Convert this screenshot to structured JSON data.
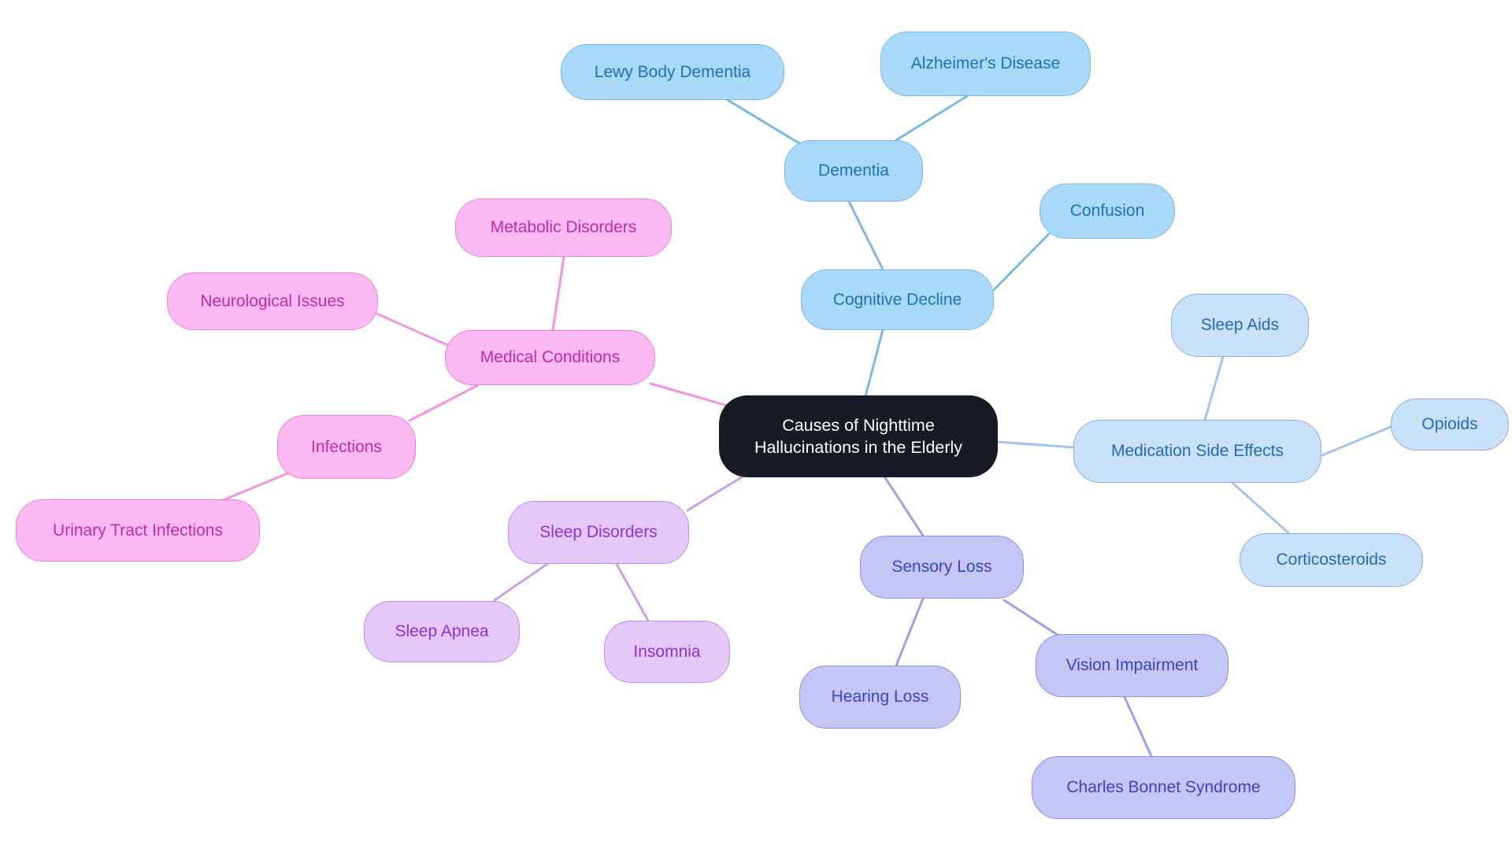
{
  "page": {
    "background": "#FFFFFF"
  },
  "central": {
    "label": "Causes of Nighttime Hallucinations in the Elderly",
    "bg": "#171B26",
    "text_color": "#FFFFFF"
  },
  "palette": {
    "cognitive": {
      "fill": "#A9D9F8",
      "border": "#7AB6E8",
      "text": "#1B71BE",
      "edge": "#77B9EA"
    },
    "medication": {
      "fill": "#C9E2F9",
      "border": "#88AFE3",
      "text": "#2268C4",
      "edge": "#A3C4EE"
    },
    "medical": {
      "fill": "#FBBAF1",
      "border": "#F07CDC",
      "text": "#C42AA6",
      "edge": "#F493E1"
    },
    "sleep": {
      "fill": "#E3C8F9",
      "border": "#BD8CEB",
      "text": "#8C31DF",
      "edge": "#C99FEF"
    },
    "sensory": {
      "fill": "#C4C7F5",
      "border": "#8A90E9",
      "text": "#3A41CE",
      "edge": "#9BA0EF"
    }
  },
  "nodes": {
    "cognitive_decline": {
      "label": "Cognitive Decline"
    },
    "dementia": {
      "label": "Dementia"
    },
    "lewy_body_dementia": {
      "label": "Lewy Body Dementia"
    },
    "alzheimers_disease": {
      "label": "Alzheimer's Disease"
    },
    "confusion": {
      "label": "Confusion"
    },
    "medication_side_effects": {
      "label": "Medication Side Effects"
    },
    "sleep_aids": {
      "label": "Sleep Aids"
    },
    "opioids": {
      "label": "Opioids"
    },
    "corticosteroids": {
      "label": "Corticosteroids"
    },
    "medical_conditions": {
      "label": "Medical Conditions"
    },
    "metabolic_disorders": {
      "label": "Metabolic Disorders"
    },
    "neurological_issues": {
      "label": "Neurological Issues"
    },
    "infections": {
      "label": "Infections"
    },
    "urinary_tract_infections": {
      "label": "Urinary Tract Infections"
    },
    "sleep_disorders": {
      "label": "Sleep Disorders"
    },
    "sleep_apnea": {
      "label": "Sleep Apnea"
    },
    "insomnia": {
      "label": "Insomnia"
    },
    "sensory_loss": {
      "label": "Sensory Loss"
    },
    "hearing_loss": {
      "label": "Hearing Loss"
    },
    "vision_impairment": {
      "label": "Vision Impairment"
    },
    "charles_bonnet_syndrome": {
      "label": "Charles Bonnet Syndrome"
    }
  }
}
